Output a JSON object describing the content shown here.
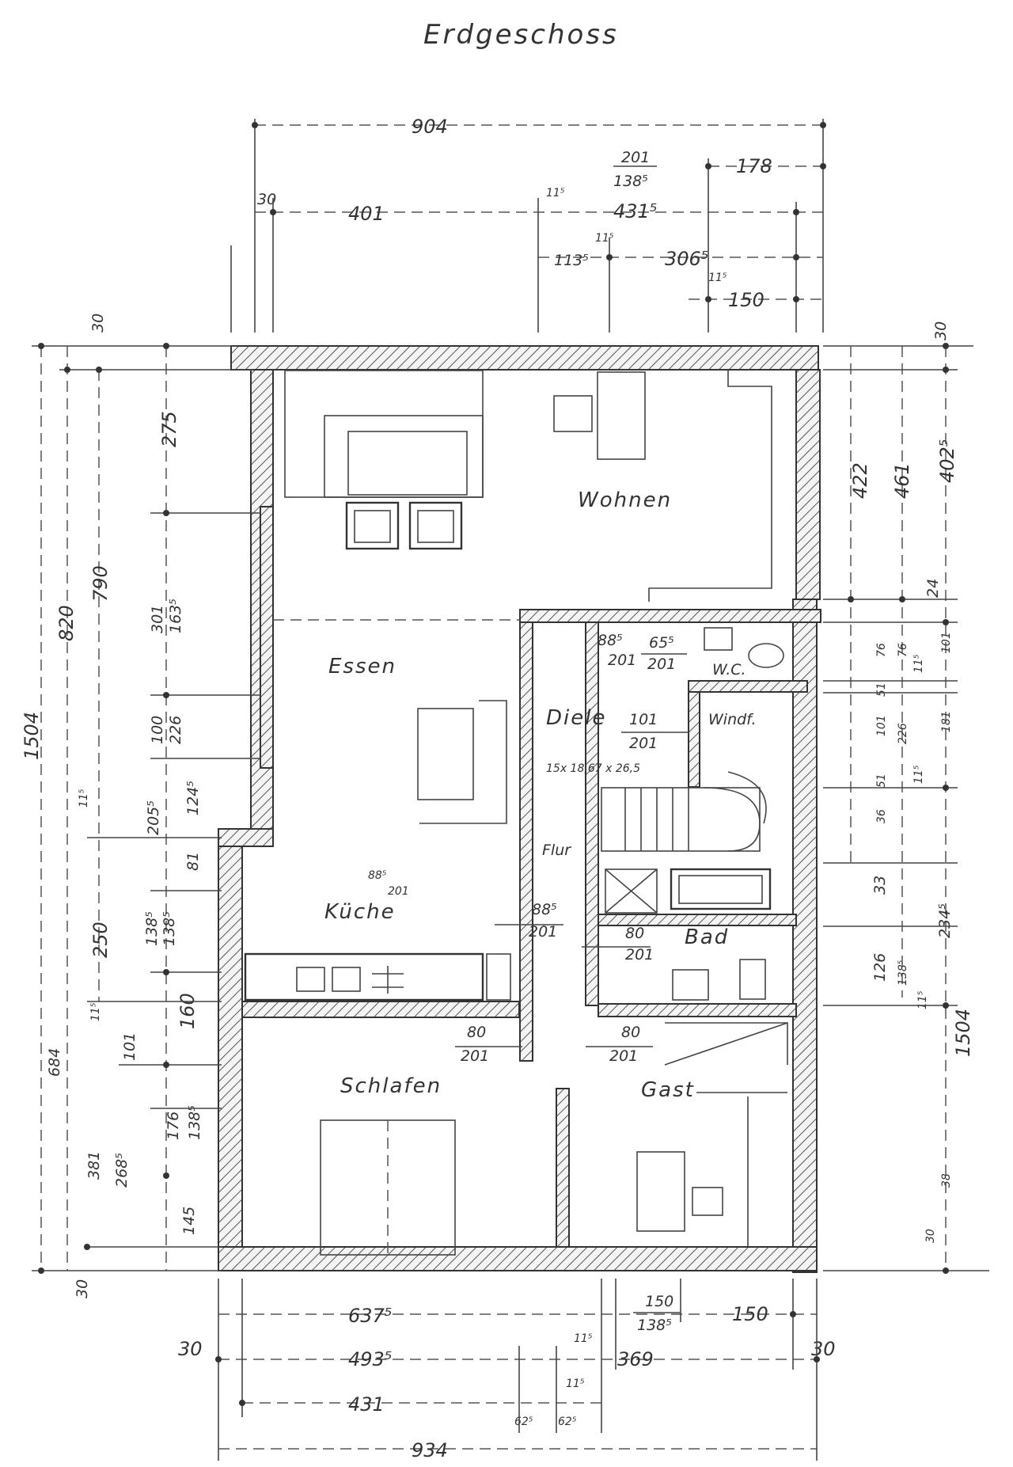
{
  "title": "Erdgeschoss",
  "rooms": {
    "wohnen": "Wohnen",
    "essen": "Essen",
    "diele": "Diele",
    "wc": "W.C.",
    "windf": "Windf.",
    "flur": "Flur",
    "kueche": "Küche",
    "bad": "Bad",
    "schlafen": "Schlafen",
    "gast": "Gast"
  },
  "openings": {
    "wohnen_diele_top": "88⁵",
    "wohnen_diele_bottom": "201",
    "wc_top": "65⁵",
    "wc_bottom": "201",
    "diele_top": "101",
    "diele_bottom": "201",
    "stair_spec": "15x 18,67 x 26,5",
    "kueche_top": "88⁵",
    "kueche_bottom": "201",
    "kueche_flur_top": "88⁵",
    "kueche_flur_bottom": "201",
    "bad_top": "80",
    "bad_bottom": "201",
    "schlafen_top": "80",
    "schlafen_bottom": "201",
    "gast_top": "80",
    "gast_bottom": "201"
  },
  "top_dims": {
    "overall": "904",
    "d_201": "201",
    "d_138": "138⁵",
    "d_178": "178",
    "d_30": "30",
    "d_401": "401",
    "d_11_1": "11⁵",
    "d_431": "431⁵",
    "d_113": "113⁵",
    "d_11_2": "11⁵",
    "d_306": "306⁵",
    "d_11_3": "11⁵",
    "d_150": "150"
  },
  "bottom_dims": {
    "d_637": "637⁵",
    "d_150a": "150",
    "d_138": "138⁵",
    "d_150b": "150",
    "d_30a": "30",
    "d_493": "493⁵",
    "d_11a": "11⁵",
    "d_369": "369",
    "d_30b": "30",
    "d_431": "431",
    "d_11b": "11⁵",
    "d_62a": "62⁵",
    "d_62b": "62⁵",
    "overall": "934"
  },
  "left_dims": {
    "d_1504": "1504",
    "d_820": "820",
    "d_790": "790",
    "d_30top": "30",
    "d_275": "275",
    "d_301": "301",
    "d_163": "163⁵",
    "d_100": "100",
    "d_226": "226",
    "d_11a": "11⁵",
    "d_205": "205⁵",
    "d_124": "124⁵",
    "d_81": "81",
    "d_250": "250",
    "d_138a": "138⁵",
    "d_138b": "138⁵",
    "d_684": "684",
    "d_11b": "11⁵",
    "d_101": "101",
    "d_160": "160",
    "d_176": "176",
    "d_138c": "138⁵",
    "d_381": "381",
    "d_268": "268⁵",
    "d_145": "145",
    "d_30bot": "30"
  },
  "right_dims": {
    "d_30top": "30",
    "d_422": "422",
    "d_461": "461",
    "d_402": "402⁵",
    "d_24": "24",
    "d_76a": "76",
    "d_76b": "76",
    "d_11a": "11⁵",
    "d_101a": "101",
    "d_51a": "51",
    "d_101b": "101",
    "d_226": "226",
    "d_181": "181",
    "d_11b": "11⁵",
    "d_51b": "51",
    "d_36": "36",
    "d_33": "33",
    "d_234": "234⁵",
    "d_126": "126",
    "d_138": "138⁵",
    "d_11c": "11⁵",
    "d_1504": "1504",
    "d_38": "38",
    "d_30bot": "30"
  }
}
